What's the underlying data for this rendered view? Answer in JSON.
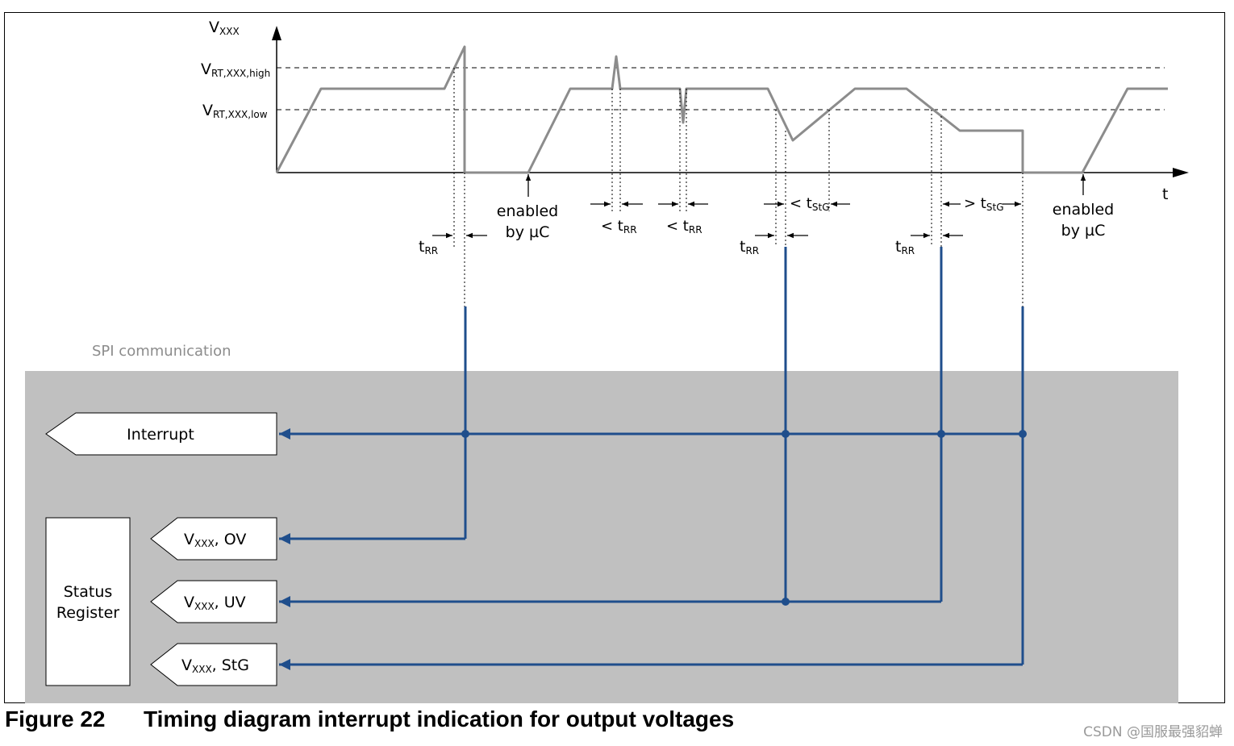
{
  "axes": {
    "y_label_main": "V",
    "y_label_sub": "XXX",
    "x_label": "t"
  },
  "thresholds": {
    "high_main": "V",
    "high_sub": "RT,XXX,high",
    "low_main": "V",
    "low_sub": "RT,XXX,low"
  },
  "annotations": {
    "enabled_1_line1": "enabled",
    "enabled_1_line2": "by µC",
    "enabled_2_line1": "enabled",
    "enabled_2_line2": "by µC",
    "trr_1_main": "t",
    "trr_1_sub": "RR",
    "lt_trr_1_main": "< t",
    "lt_trr_1_sub": "RR",
    "lt_trr_2_main": "< t",
    "lt_trr_2_sub": "RR",
    "trr_2_main": "t",
    "trr_2_sub": "RR",
    "lt_tstg_main": "< t",
    "lt_tstg_sub": "StG",
    "trr_3_main": "t",
    "trr_3_sub": "RR",
    "gt_tstg_main": "> t",
    "gt_tstg_sub": "StG"
  },
  "spi": {
    "title": "SPI communication",
    "interrupt_label": "Interrupt",
    "status_register_line1": "Status",
    "status_register_line2": "Register",
    "ov_main": "V",
    "ov_sub": "XXX",
    "ov_suffix": ", OV",
    "uv_main": "V",
    "uv_sub": "XXX",
    "uv_suffix": ", UV",
    "stg_main": "V",
    "stg_sub": "XXX",
    "stg_suffix": ", StG"
  },
  "colors": {
    "waveform": "#8c8c8c",
    "signal": "#1f4e8c",
    "spi_background": "#c0c0c0"
  },
  "caption": {
    "number": "Figure 22",
    "title": "Timing diagram interrupt indication for output voltages"
  },
  "watermark": "CSDN @国服最强貂蝉"
}
